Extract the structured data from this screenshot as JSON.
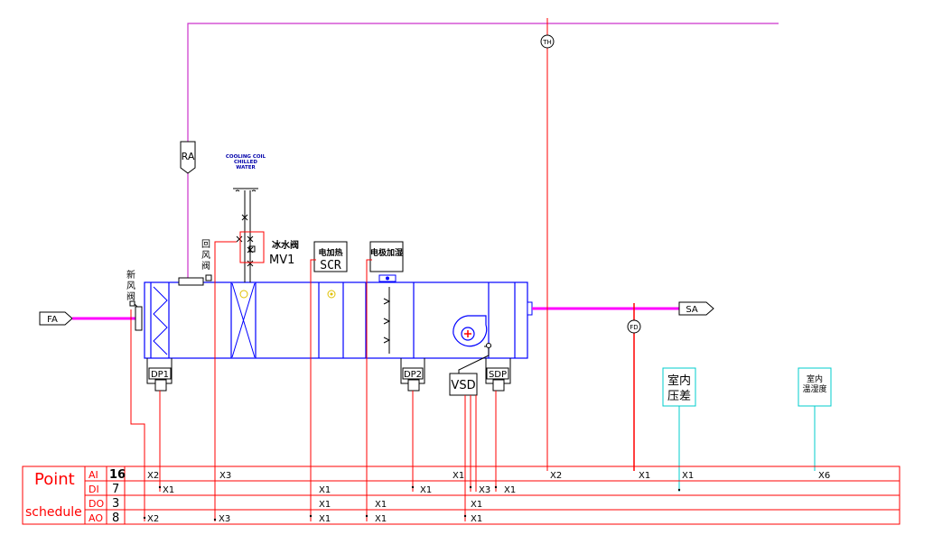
{
  "colors": {
    "duct": "#0000ff",
    "return_pipe": "#cc33cc",
    "airflow": "#ff00ff",
    "signal": "#ff0000",
    "sensor_line": "#00cccc",
    "ink": "#000000"
  },
  "labels": {
    "fa": "FA",
    "sa": "SA",
    "ra": "RA",
    "th": "TH",
    "fd": "FD",
    "cooling_coil_1": "COOLING COIL",
    "cooling_coil_2": "CHILLED",
    "cooling_coil_3": "WATER",
    "return_damper_1": "回",
    "return_damper_2": "风",
    "return_damper_3": "阀",
    "fresh_damper_1": "新",
    "fresh_damper_2": "风",
    "fresh_damper_3": "阀",
    "chilled_valve_cn": "冰水阀",
    "chilled_valve_tag": "MV1",
    "heater_cn": "电加热",
    "heater_tag": "SCR",
    "humidifier_cn": "电极加湿",
    "dp1": "DP1",
    "dp2": "DP2",
    "sdp": "SDP",
    "vsd": "VSD",
    "indoor_dp_1": "室内",
    "indoor_dp_2": "压差",
    "indoor_th_1": "室内",
    "indoor_th_2": "温湿度"
  },
  "schedule": {
    "title_1": "Point",
    "title_2": "schedule",
    "rows": [
      {
        "type": "AI",
        "count": "16"
      },
      {
        "type": "DI",
        "count": "7"
      },
      {
        "type": "DO",
        "count": "3"
      },
      {
        "type": "AO",
        "count": "8"
      }
    ],
    "marks": {
      "ai_dp1": "X2",
      "ai_mv1": "X3",
      "ai_vsd": "X1",
      "ai_th": "X2",
      "ai_fd": "X1",
      "ai_indoor_dp": "X1",
      "ai_indoor_th": "X6",
      "di_dp1": "X1",
      "di_scr": "X1",
      "di_dp2": "X1",
      "di_vsd": "X3",
      "di_sdp": "X1",
      "do_scr": "X1",
      "do_hum": "X1",
      "do_vsd": "X1",
      "ao_dp1": "X2",
      "ao_mv1": "X3",
      "ao_scr": "X1",
      "ao_hum": "X1",
      "ao_vsd": "X1"
    }
  }
}
